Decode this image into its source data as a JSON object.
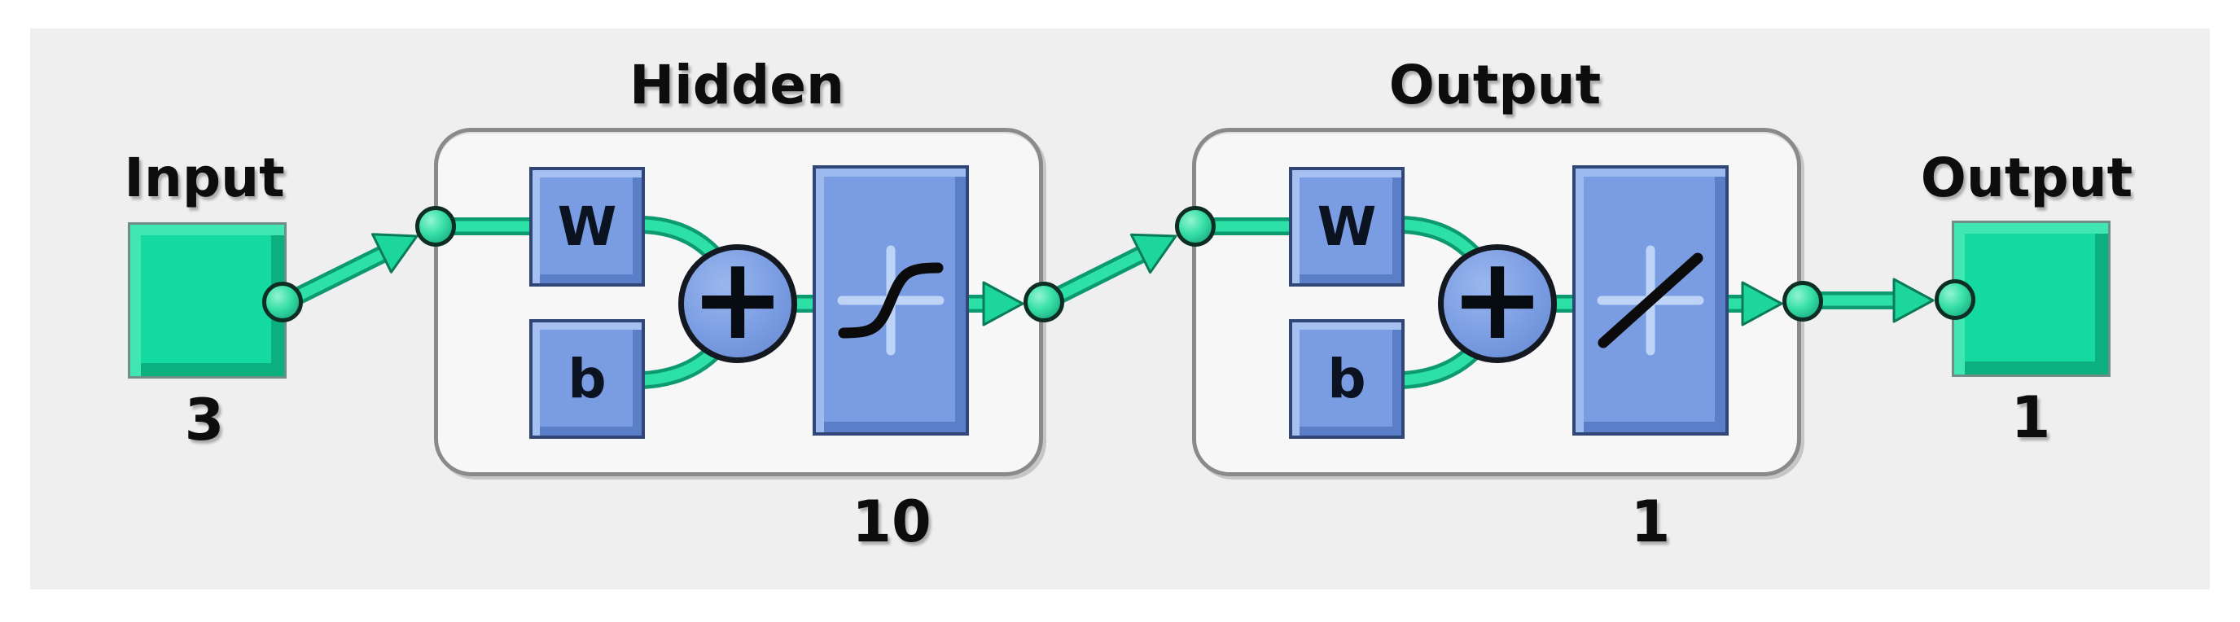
{
  "window": {
    "background": "#ffffff",
    "panel_background": "#efefef"
  },
  "network": {
    "input": {
      "label": "Input",
      "size": "3"
    },
    "layers": [
      {
        "title": "Hidden",
        "weight_label": "W",
        "bias_label": "b",
        "sum_label": "+",
        "activation_icon": "tansig-sigmoid-icon",
        "size": "10"
      },
      {
        "title": "Output",
        "weight_label": "W",
        "bias_label": "b",
        "sum_label": "+",
        "activation_icon": "purelin-linear-icon",
        "size": "1"
      }
    ],
    "output": {
      "label": "Output",
      "size": "1"
    },
    "colors": {
      "block_green": "#14d9a0",
      "block_blue": "#7a9ce2",
      "connector_green": "#2ce0a6",
      "box_border_gray": "#8a8a8a",
      "label_black": "#0d0d0d"
    }
  }
}
